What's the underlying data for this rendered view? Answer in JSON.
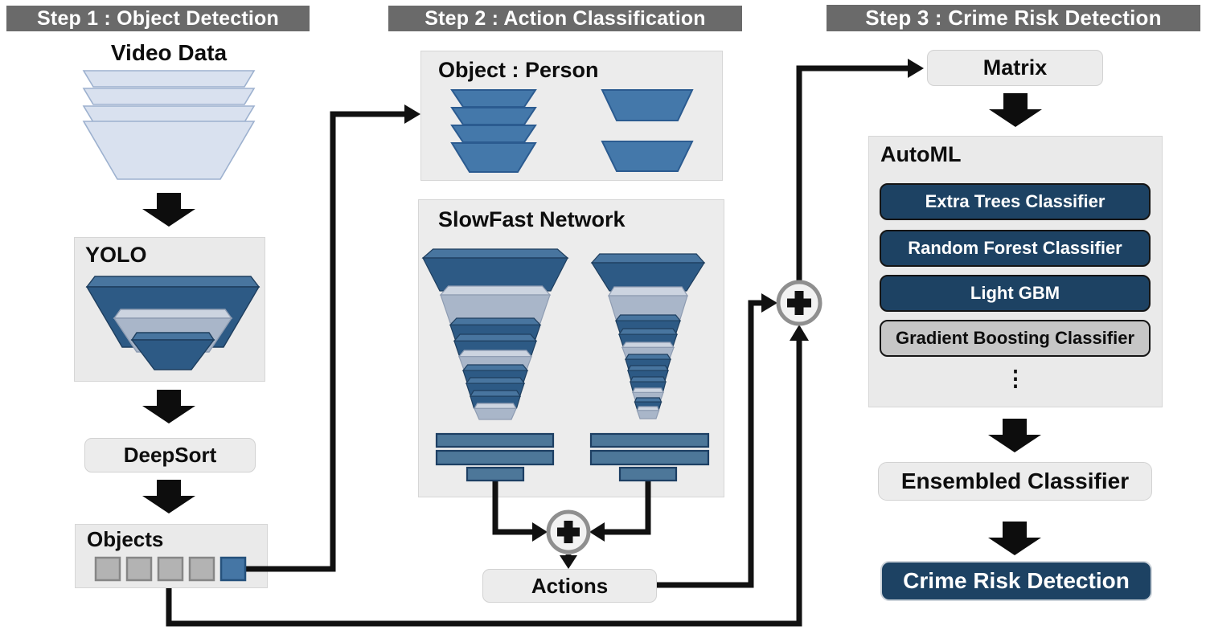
{
  "figure": {
    "type": "pipeline-flow-diagram",
    "title_implicit": "Crime risk detection pipeline"
  },
  "colors": {
    "step_header_bar": "#6a6a6a",
    "step_header_text": "#ffffff",
    "panel_gray": "#eaeaea",
    "navy": "#1d4263",
    "steel_blue": "#4478aa",
    "light_blue_frame": "#d9e1ef",
    "bar_blue": "#4d7799",
    "connector_black": "#111111",
    "gray_pill": "#c6c6c6"
  },
  "step1": {
    "title": "Step 1 : Object Detection",
    "video_data_label": "Video Data",
    "yolo_label": "YOLO",
    "deepsort_label": "DeepSort",
    "objects_label": "Objects",
    "object_slots": {
      "gray_count": 4,
      "highlighted_count": 1
    }
  },
  "step2": {
    "title": "Step 2 : Action Classification",
    "object_person_label": "Object : Person",
    "slowfast_label": "SlowFast Network",
    "actions_label": "Actions"
  },
  "step3": {
    "title": "Step 3 : Crime Risk Detection",
    "matrix_label": "Matrix",
    "automl_label": "AutoML",
    "classifiers": [
      {
        "label": "Extra Trees Classifier",
        "variant": "navy"
      },
      {
        "label": "Random Forest Classifier",
        "variant": "navy"
      },
      {
        "label": "Light GBM",
        "variant": "navy"
      },
      {
        "label": "Gradient Boosting Classifier",
        "variant": "gray"
      }
    ],
    "ellipsis": "⋮",
    "ensembled_label": "Ensembled Classifier",
    "crime_risk_label": "Crime Risk Detection"
  },
  "operators": {
    "fusion_plus_symbol": "+",
    "fusion_nodes": 2
  }
}
